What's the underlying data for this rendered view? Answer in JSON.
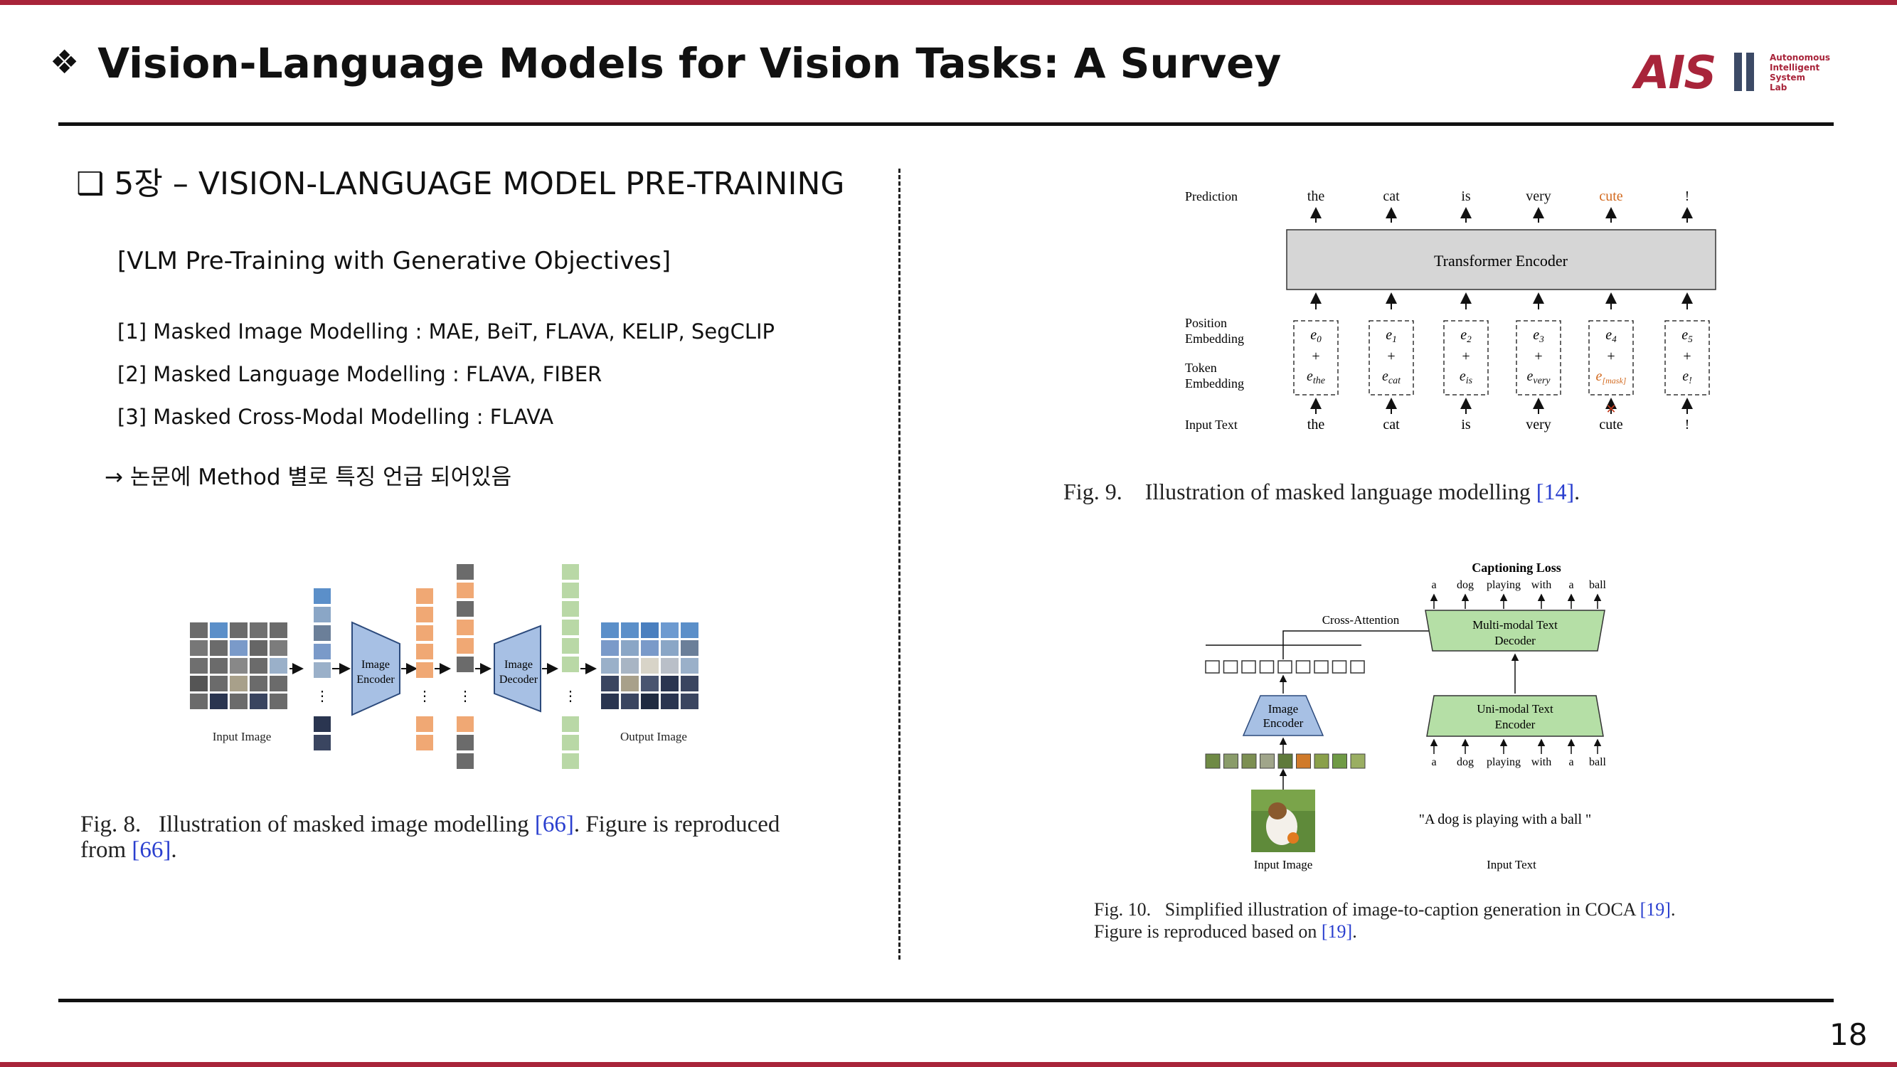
{
  "header": {
    "bullet": "❖",
    "title": "Vision-Language Models for Vision Tasks: A Survey",
    "logo_mark": "AIS",
    "logo_lines": [
      "Autonomous",
      "Intelligent",
      "System",
      "Lab"
    ]
  },
  "left": {
    "section_title": "❑ 5장 – VISION-LANGUAGE MODEL PRE-TRAINING",
    "subtitle": "[VLM Pre-Training with Generative Objectives]",
    "refs": [
      "[1] Masked Image Modelling : MAE, BeiT, FLAVA, KELIP, SegCLIP",
      "[2] Masked Language Modelling : FLAVA, FIBER",
      "[3] Masked Cross-Modal Modelling : FLAVA"
    ],
    "note": "→ 논문에 Method 별로 특징 언급 되어있음",
    "fig8": {
      "labels": {
        "input": "Input Image",
        "output": "Output Image",
        "enc1": "Image",
        "enc2": "Encoder",
        "dec1": "Image",
        "dec2": "Decoder"
      },
      "caption_prefix": "Fig. 8.",
      "caption_line1": "Illustration of masked image modelling",
      "caption_ref1": "[66]",
      "caption_line1_end": ". Figure is reproduced",
      "caption_line2": "from",
      "caption_ref2": "[66]",
      "caption_line2_end": "."
    }
  },
  "right": {
    "fig9": {
      "row_labels": [
        "Prediction",
        "Position",
        "Embedding",
        "Token",
        "Embedding",
        "Input Text"
      ],
      "predictions": [
        "the",
        "cat",
        "is",
        "very",
        "cute",
        "!"
      ],
      "encoder_label": "Transformer Encoder",
      "pos_emb": [
        "e0",
        "e1",
        "e2",
        "e3",
        "e4",
        "e5"
      ],
      "tok_emb": [
        "ethe",
        "ecat",
        "eis",
        "every",
        "e[mask]",
        "e!"
      ],
      "inputs": [
        "the",
        "cat",
        "is",
        "very",
        "cute",
        "!"
      ],
      "highlight_color": "#d2691e",
      "caption_prefix": "Fig. 9.",
      "caption_text": "Illustration of masked language modelling",
      "caption_ref": "[14]",
      "caption_end": "."
    },
    "fig10": {
      "captioning_loss": "Captioning Loss",
      "top_words": [
        "a",
        "dog",
        "playing",
        "with",
        "a",
        "ball"
      ],
      "cross_attention": "Cross-Attention",
      "decoder": [
        "Multi-modal Text",
        "Decoder"
      ],
      "text_encoder": [
        "Uni-modal Text",
        "Encoder"
      ],
      "image_encoder": [
        "Image",
        "Encoder"
      ],
      "bottom_words": [
        "a",
        "dog",
        "playing",
        "with",
        "a",
        "ball"
      ],
      "quote": "\"A dog is playing with a ball \"",
      "input_image": "Input Image",
      "input_text": "Input Text",
      "caption_prefix": "Fig. 10.",
      "caption_line1": "Simplified illustration of image-to-caption generation in COCA",
      "caption_ref1": "[19]",
      "caption_line1_end": ".",
      "caption_line2": "Figure is reproduced based on",
      "caption_ref2": "[19]",
      "caption_line2_end": "."
    }
  },
  "footer": {
    "page_number": "18"
  }
}
